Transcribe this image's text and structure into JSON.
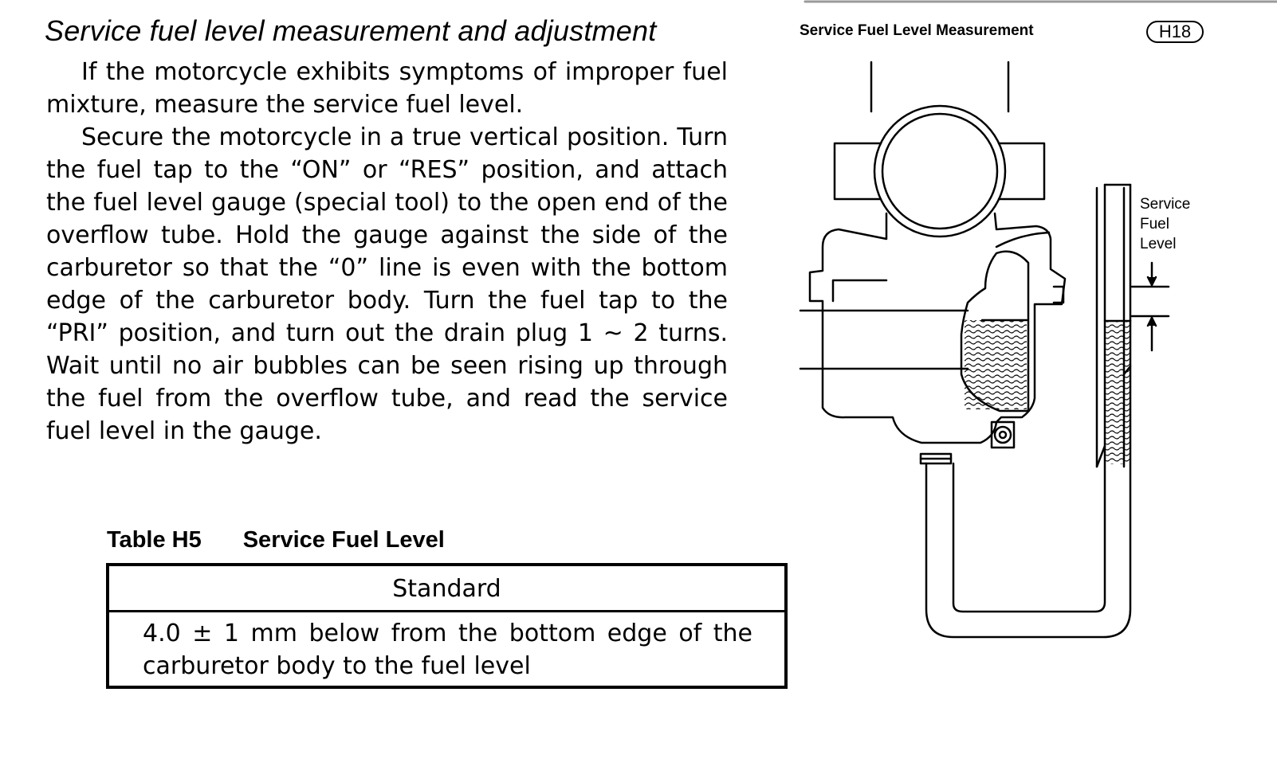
{
  "heading": "Service fuel level measurement and adjustment",
  "paragraphs": [
    "If the motorcycle exhibits symptoms of improper fuel mixture, measure the service fuel level.",
    "Secure the motorcycle in a true vertical position. Turn the fuel tap to the “ON” or “RES” position, and attach the fuel level gauge (special tool) to the open end of the overflow tube.  Hold the gauge against the side of the carburetor so that the “0” line is even with the bottom edge of the carburetor body.  Turn the fuel tap to the “PRI” position, and turn out the drain plug 1 ~ 2 turns.  Wait until no air bubbles can be seen rising up through the fuel from the overflow tube, and read the service fuel level in the gauge."
  ],
  "table": {
    "id": "Table H5",
    "title": "Service Fuel Level",
    "column_header": "Standard",
    "value": "4.0 ± 1 mm below from the bottom edge of the carburetor body to the fuel level"
  },
  "figure": {
    "title": "Service Fuel Level Measurement",
    "badge": "H18",
    "label_lines": [
      "Service",
      "Fuel",
      "Level"
    ]
  }
}
